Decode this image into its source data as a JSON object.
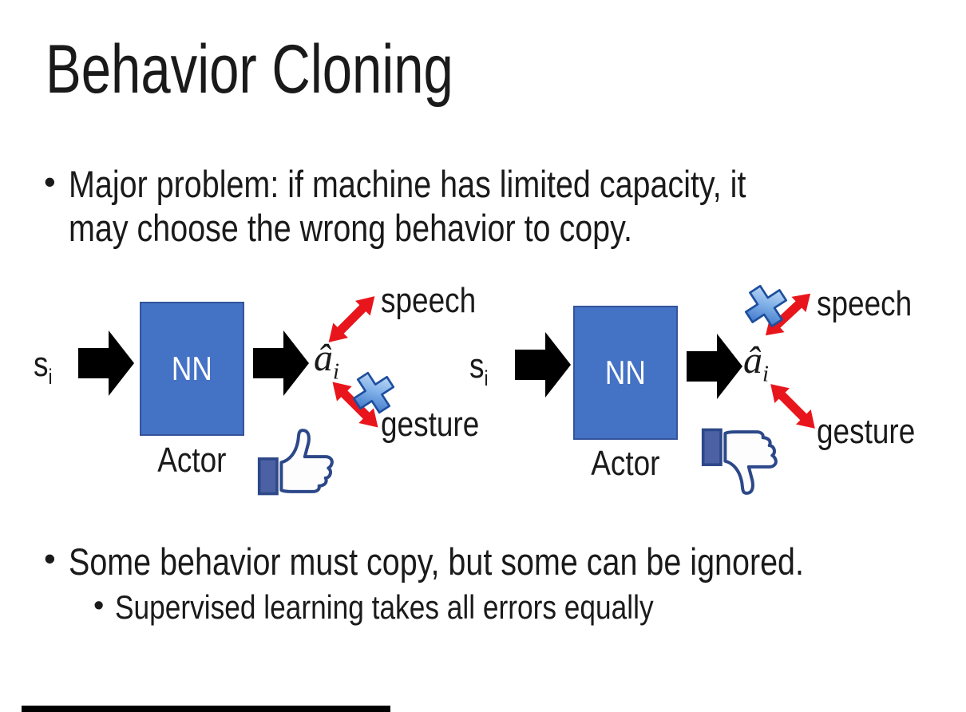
{
  "title": "Behavior Cloning",
  "glyphs": {
    "bullet": "•"
  },
  "bullets": {
    "major_problem": [
      "Major problem: if machine has limited capacity, it",
      "may choose the wrong behavior to copy."
    ],
    "some_behavior": "Some behavior must copy, but some can be ignored.",
    "supervised": "Supervised learning takes all errors equally"
  },
  "diagrams": {
    "left": {
      "state_label": "s",
      "state_sub": "i",
      "nn_label": "NN",
      "actor_label": "Actor",
      "action_label": "â",
      "action_sub": "i",
      "speech_label": "speech",
      "gesture_label": "gesture",
      "crossed_out": "gesture",
      "feedback_icon": "thumbs-up"
    },
    "right": {
      "state_label": "s",
      "state_sub": "i",
      "nn_label": "NN",
      "actor_label": "Actor",
      "action_label": "â",
      "action_sub": "i",
      "speech_label": "speech",
      "gesture_label": "gesture",
      "crossed_out": "speech",
      "feedback_icon": "thumbs-down"
    }
  },
  "colors": {
    "nn_fill": "#4472C4",
    "nn_border": "#34549B",
    "arrow_black": "#000000",
    "arrow_red": "#E8161C",
    "cross_border": "#1D4E9E",
    "cross_light": "#DCEBFA",
    "cross_mid": "#7FB0E8",
    "cross_dark": "#2F66C0",
    "thumb_outline": "#2C4889",
    "thumb_cuff": "#4C61A3",
    "thumb_fill": "#FDFDFE",
    "text": "#1A1A1A",
    "background": "#FFFFFF",
    "bottom_bar": "#000000"
  }
}
